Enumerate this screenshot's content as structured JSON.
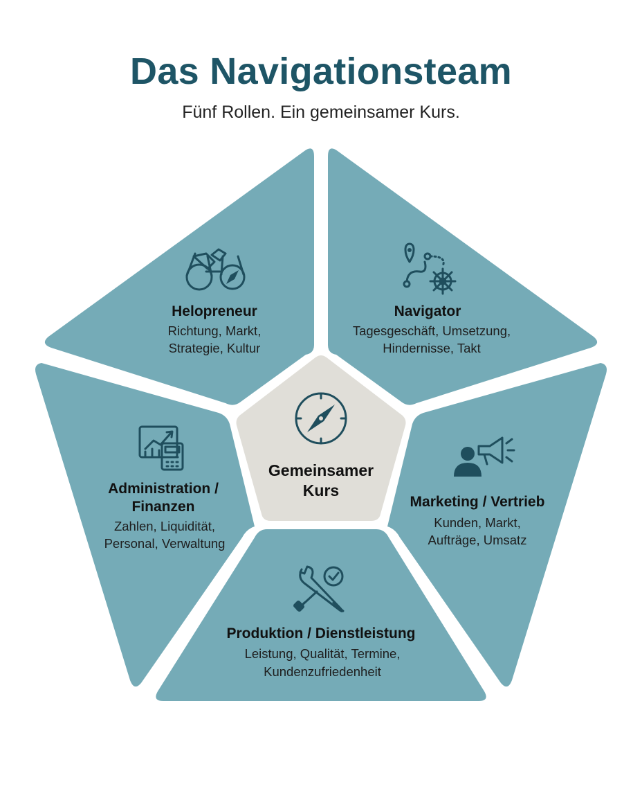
{
  "title": "Das Navigationsteam",
  "subtitle": "Fünf Rollen. Ein gemeinsamer Kurs.",
  "center": {
    "label_line1": "Gemeinsamer",
    "label_line2": "Kurs",
    "icon": "compass-icon"
  },
  "roles": [
    {
      "id": "helopreneur",
      "title": "Helopreneur",
      "desc_line1": "Richtung, Markt,",
      "desc_line2": "Strategie, Kultur",
      "icon": "binoculars-compass-icon"
    },
    {
      "id": "navigator",
      "title": "Navigator",
      "desc_line1": "Tagesgeschäft, Umsetzung,",
      "desc_line2": "Hindernisse, Takt",
      "icon": "route-helm-icon"
    },
    {
      "id": "marketing",
      "title": "Marketing / Vertrieb",
      "desc_line1": "Kunden, Markt,",
      "desc_line2": "Aufträge, Umsatz",
      "icon": "person-megaphone-icon"
    },
    {
      "id": "produktion",
      "title": "Produktion / Dienstleistung",
      "desc_line1": "Leistung, Qualität, Termine,",
      "desc_line2": "Kundenzufriedenheit",
      "icon": "wrench-screwdriver-check-icon"
    },
    {
      "id": "administration",
      "title_line1": "Administration /",
      "title_line2": "Finanzen",
      "desc_line1": "Zahlen, Liquidität,",
      "desc_line2": "Personal, Verwaltung",
      "icon": "chart-calculator-icon"
    }
  ],
  "colors": {
    "title": "#1e5566",
    "segment": "#75abb7",
    "center": "#e0ded8",
    "icon": "#1f4e5d"
  }
}
